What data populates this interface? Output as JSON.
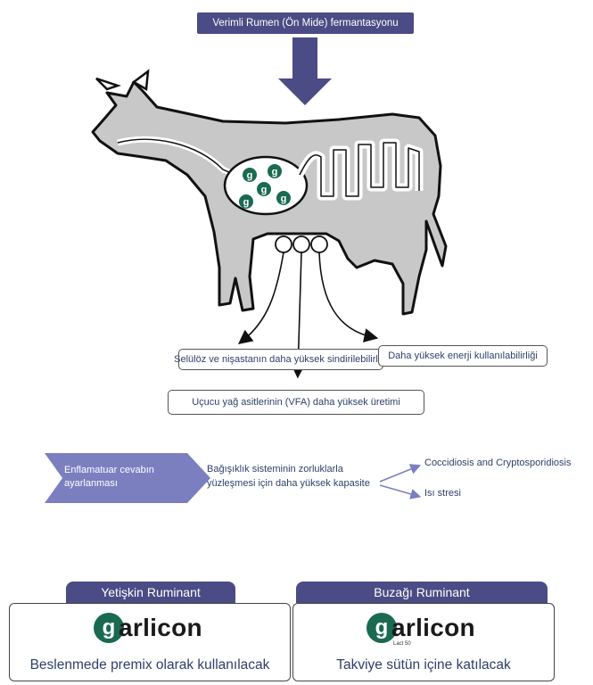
{
  "top_label": "Verimli Rumen (Ön Mide) fermantasyonu",
  "outcomes": {
    "left": "Selülöz ve nişastanın daha yüksek sindirilebilirliği",
    "center": "Uçucu yağ asitlerinin (VFA) daha yüksek üretimi",
    "right": "Daha yüksek enerji kullanılabilirliği"
  },
  "immune": {
    "chevron": "Enflamatuar cevabın ayarlanması",
    "middle": "Bağışıklık sisteminin zorluklarla yüzleşmesi için daha yüksek kapasite",
    "out_top": "Coccidiosis and Cryptosporidiosis",
    "out_bottom": "Isı stresi"
  },
  "cards": [
    {
      "header": "Yetişkin Ruminant",
      "logo_letter": "g",
      "logo_text": "arlicon",
      "logo_sub": "",
      "caption": "Beslenmede premix olarak kullanılacak"
    },
    {
      "header": "Buzağı Ruminant",
      "logo_letter": "g",
      "logo_text": "arlicon",
      "logo_sub": "Lact 50",
      "caption": "Takviye sütün içine katılacak"
    }
  ],
  "colors": {
    "accent": "#4b4b86",
    "chevron": "#7b7fc0",
    "cow_fill": "#c8c8c8",
    "logo_green": "#1a6a52"
  }
}
